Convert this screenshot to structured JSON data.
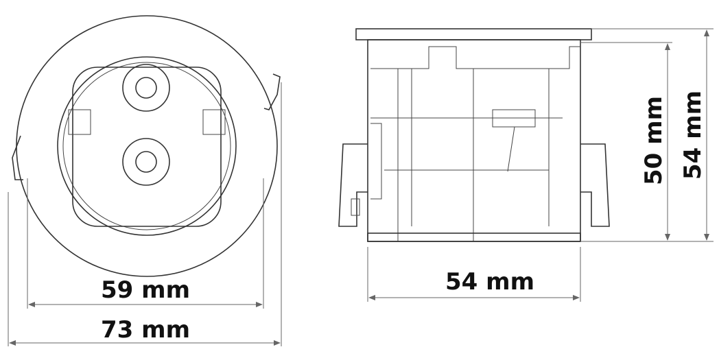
{
  "front_view": {
    "inner_diameter_label": "59 mm",
    "outer_diameter_label": "73 mm"
  },
  "side_view": {
    "width_label": "54 mm",
    "body_height_label": "50 mm",
    "total_height_label": "54 mm"
  },
  "colors": {
    "line": "#333333",
    "dimension": "#666666"
  }
}
